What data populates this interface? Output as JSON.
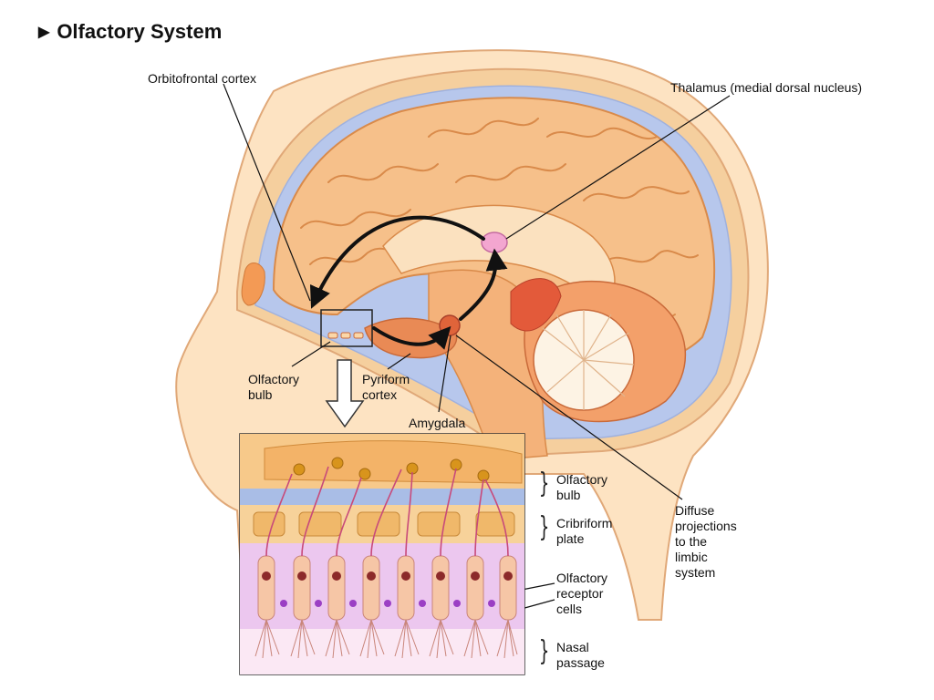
{
  "title": "Olfactory System",
  "labels": {
    "orbitofrontal_cortex": "Orbitofrontal cortex",
    "thalamus": "Thalamus (medial dorsal nucleus)",
    "olfactory_bulb_top": "Olfactory\nbulb",
    "pyriform_cortex": "Pyriform\ncortex",
    "amygdala": "Amygdala",
    "diffuse_projections": "Diffuse\nprojections\nto the\nlimbic\nsystem",
    "olfactory_bulb_layer": "Olfactory\nbulb",
    "cribriform_plate": "Cribriform\nplate",
    "olfactory_receptor_cells": "Olfactory\nreceptor\ncells",
    "nasal_passage": "Nasal\npassage"
  },
  "colors": {
    "brain": "#f6c08a",
    "brain_dark": "#e89a55",
    "csf_blue": "#b7c7ec",
    "skin": "#fde3c2",
    "skin_line": "#e0a878",
    "receptor_purple": "#e6c9ee",
    "nucleus": "#8c2a2a"
  }
}
